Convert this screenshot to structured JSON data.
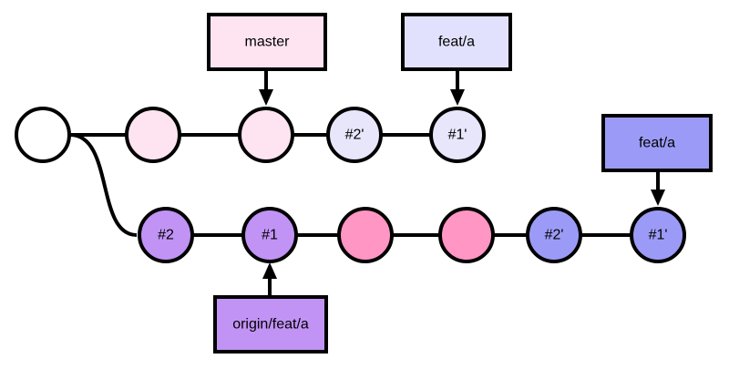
{
  "commits": [
    {
      "id": "root",
      "label": "",
      "color": "#ffffff"
    },
    {
      "id": "m1",
      "label": "",
      "color": "#fde4f0"
    },
    {
      "id": "m2",
      "label": "",
      "color": "#fde4f0"
    },
    {
      "id": "r2",
      "label": "#2'",
      "color": "#e8e6fa"
    },
    {
      "id": "r1",
      "label": "#1'",
      "color": "#e8e6fa"
    },
    {
      "id": "b2",
      "label": "#2",
      "color": "#c193f5"
    },
    {
      "id": "b1",
      "label": "#1",
      "color": "#c193f5"
    },
    {
      "id": "p1",
      "label": "",
      "color": "#ff96c4"
    },
    {
      "id": "p2",
      "label": "",
      "color": "#ff96c4"
    },
    {
      "id": "n2",
      "label": "#2'",
      "color": "#9b9bf7"
    },
    {
      "id": "n1",
      "label": "#1'",
      "color": "#9b9bf7"
    }
  ],
  "refs": [
    {
      "id": "master",
      "label": "master",
      "color": "#fde4f0",
      "target": "m2"
    },
    {
      "id": "feat-a-top",
      "label": "feat/a",
      "color": "#e2e1fd",
      "target": "r1"
    },
    {
      "id": "feat-a-bottom",
      "label": "feat/a",
      "color": "#9b9bf7",
      "target": "n1"
    },
    {
      "id": "origin-feat-a",
      "label": "origin/feat/a",
      "color": "#c193f5",
      "target": "b1"
    }
  ]
}
